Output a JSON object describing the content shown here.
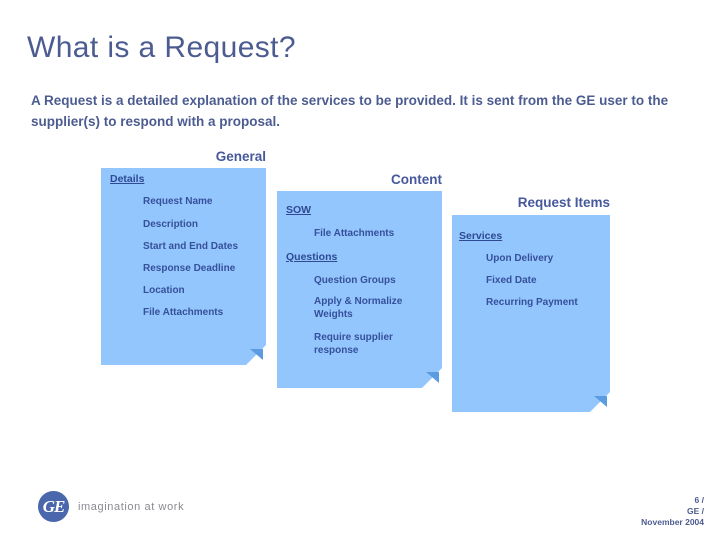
{
  "slide": {
    "title": "What is a Request?",
    "subtitle": "A Request is a detailed explanation of the services to be provided.  It is sent from the GE user to the supplier(s) to respond with a proposal."
  },
  "panels": [
    {
      "heading": "General",
      "sections": [
        {
          "head": "Details",
          "items": [
            "Request Name",
            "Description",
            "Start and End Dates",
            "Response Deadline",
            "Location",
            "File Attachments"
          ]
        }
      ]
    },
    {
      "heading": "Content",
      "sections": [
        {
          "head": "SOW",
          "items": [
            "File Attachments"
          ]
        },
        {
          "head": "Questions",
          "items": [
            "Question Groups",
            "Apply & Normalize Weights",
            "Require supplier response"
          ]
        }
      ]
    },
    {
      "heading": "Request Items",
      "sections": [
        {
          "head": "Services",
          "items": [
            "Upon Delivery",
            "Fixed Date",
            "Recurring Payment"
          ]
        }
      ]
    }
  ],
  "footer": {
    "logo_mark": "GE",
    "tagline": "imagination at work",
    "meta_line1": "6 /",
    "meta_line2": "GE /",
    "meta_line3": "November 2004"
  },
  "colors": {
    "panel_fill": "#93C6FD",
    "text_navy": "#4C5C91",
    "section_link": "#2F4A93",
    "fold_shadow": "#5B9BE0",
    "ge_blue": "#3B5BA5"
  }
}
